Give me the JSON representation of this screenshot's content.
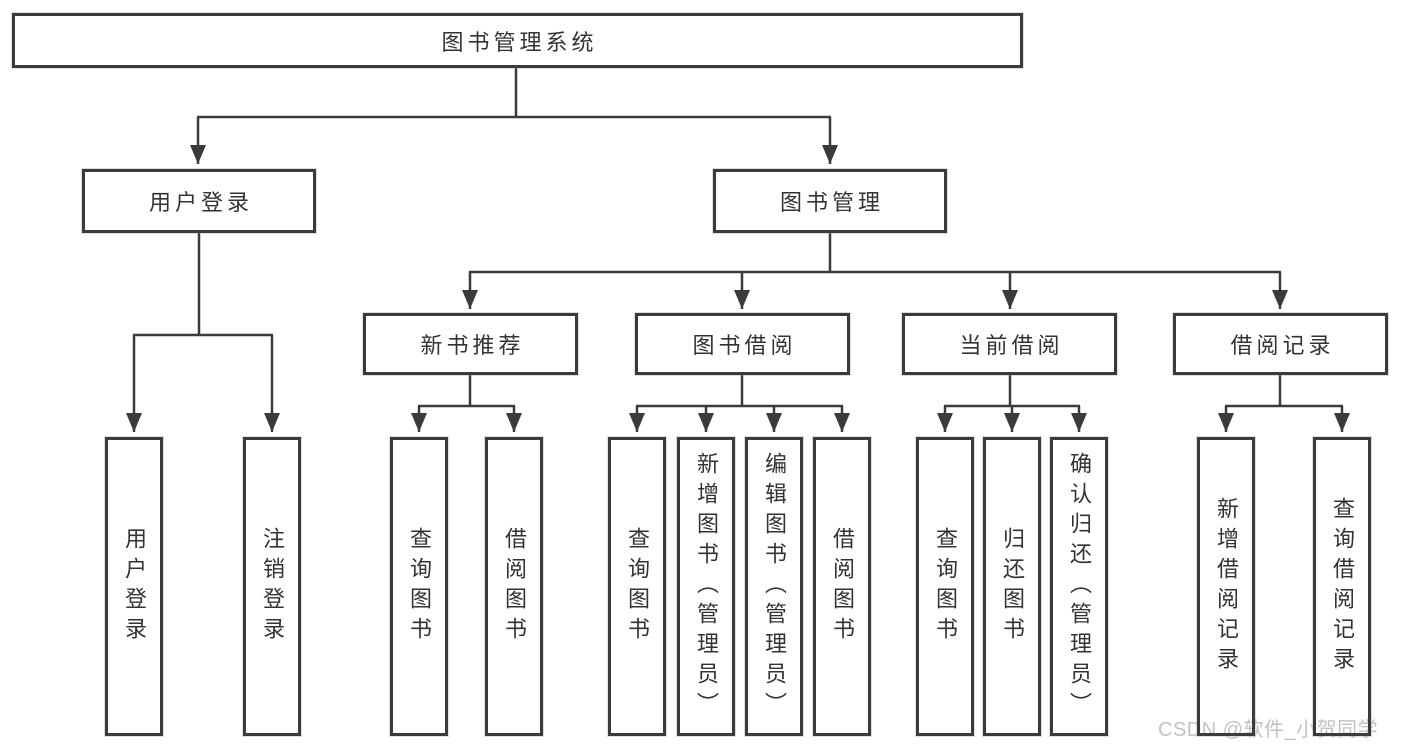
{
  "diagram": {
    "root": {
      "label": "图书管理系统"
    },
    "level1": [
      {
        "label": "用户登录"
      },
      {
        "label": "图书管理"
      }
    ],
    "level2": [
      {
        "label": "新书推荐"
      },
      {
        "label": "图书借阅"
      },
      {
        "label": "当前借阅"
      },
      {
        "label": "借阅记录"
      }
    ],
    "leaves": [
      {
        "label": "用户登录"
      },
      {
        "label": "注销登录"
      },
      {
        "label": "查询图书"
      },
      {
        "label": "借阅图书"
      },
      {
        "label": "查询图书"
      },
      {
        "label": "新增图书（管理员）"
      },
      {
        "label": "编辑图书（管理员）"
      },
      {
        "label": "借阅图书"
      },
      {
        "label": "查询图书"
      },
      {
        "label": "归还图书"
      },
      {
        "label": "确认归还（管理员）"
      },
      {
        "label": "新增借阅记录"
      },
      {
        "label": "查询借阅记录"
      }
    ]
  },
  "watermark": {
    "text": "CSDN @软件_小贺同学"
  },
  "colors": {
    "line": "#3b3b3b",
    "box_border": "#3b3b3b",
    "text": "#333333",
    "background": "#ffffff",
    "watermark": "#c2c2c2"
  }
}
